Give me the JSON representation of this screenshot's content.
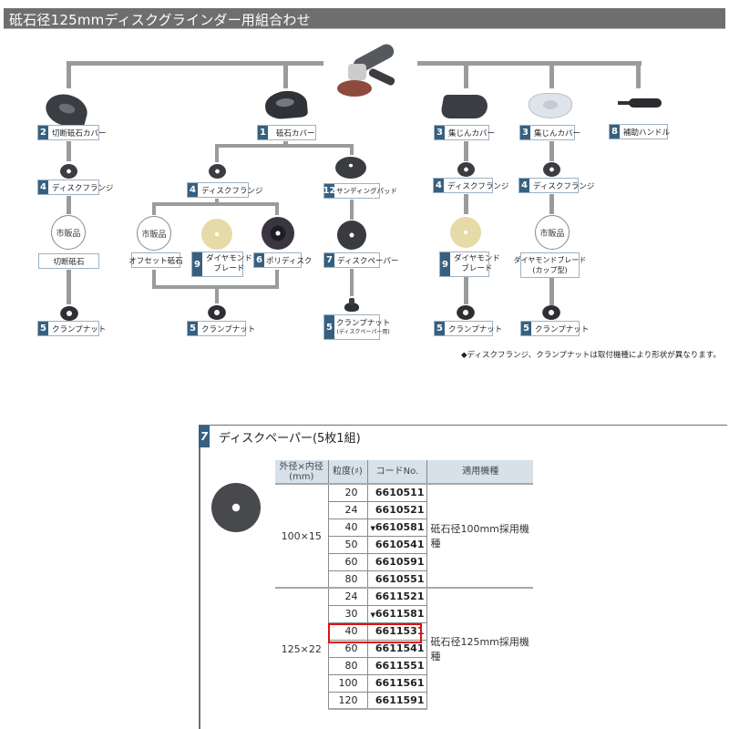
{
  "header": {
    "title": "砥石径125mmディスクグラインダー用組合わせ"
  },
  "diagram": {
    "colors": {
      "number_badge": "#37607f",
      "connector": "#9b9b9b",
      "title_bar": "#6e6e6e",
      "highlight": "#e01010",
      "table_header": "#d6e1ea"
    },
    "branch_cut": {
      "cover": {
        "num": "2",
        "label": "切断砥石カバー"
      },
      "flange": {
        "num": "4",
        "label": "ディスクフランジ"
      },
      "market": {
        "mark": "市販品",
        "label": "切断砥石"
      },
      "nut": {
        "num": "5",
        "label": "クランプナット"
      }
    },
    "branch_wheel": {
      "cover": {
        "num": "1",
        "label": "砥石カバー"
      },
      "flange": {
        "num": "4",
        "label": "ディスクフランジ"
      },
      "market": {
        "mark": "市販品",
        "label": "オフセット砥石"
      },
      "diamond": {
        "num": "9",
        "label_line1": "ダイヤモンド",
        "label_line2": "ブレード"
      },
      "polydisc": {
        "num": "6",
        "label": "ポリディスク"
      },
      "nut": {
        "num": "5",
        "label": "クランプナット"
      },
      "pad": {
        "num": "12",
        "label": "サンディングパッド"
      },
      "paper": {
        "num": "7",
        "label": "ディスクペーパー"
      },
      "paper_nut": {
        "num": "5",
        "label": "クランプナット",
        "sub": "(ディスクペーパー用)"
      }
    },
    "branch_dust1": {
      "cover": {
        "num": "3",
        "label": "集じんカバー"
      },
      "flange": {
        "num": "4",
        "label": "ディスクフランジ"
      },
      "diamond": {
        "num": "9",
        "label_line1": "ダイヤモンド",
        "label_line2": "ブレード"
      },
      "nut": {
        "num": "5",
        "label": "クランプナット"
      }
    },
    "branch_dust2": {
      "cover": {
        "num": "3",
        "label": "集じんカバー"
      },
      "flange": {
        "num": "4",
        "label": "ディスクフランジ"
      },
      "market": {
        "mark": "市販品",
        "label_line1": "ダイヤモンドブレード",
        "label_line2": "(カップ型)"
      },
      "nut": {
        "num": "5",
        "label": "クランプナット"
      }
    },
    "branch_handle": {
      "num": "8",
      "label": "補助ハンドル"
    },
    "note": "◆ディスクフランジ、クランプナットは取付機種により形状が異なります。"
  },
  "detail": {
    "num": "7",
    "title": "ディスクペーパー(5枚1組)",
    "columns": {
      "size_line1": "外径×内径",
      "size_line2": "(mm)",
      "grit": "粒度(♯)",
      "code": "コードNo.",
      "model": "適用機種"
    },
    "groups": [
      {
        "size": "100×15",
        "model": "砥石径100mm採用機種",
        "rows": [
          {
            "grit": "20",
            "code": "6610511",
            "mark": ""
          },
          {
            "grit": "24",
            "code": "6610521",
            "mark": ""
          },
          {
            "grit": "40",
            "code": "6610581",
            "mark": "▼"
          },
          {
            "grit": "50",
            "code": "6610541",
            "mark": ""
          },
          {
            "grit": "60",
            "code": "6610591",
            "mark": ""
          },
          {
            "grit": "80",
            "code": "6610551",
            "mark": ""
          }
        ]
      },
      {
        "size": "125×22",
        "model": "砥石径125mm採用機種",
        "rows": [
          {
            "grit": "24",
            "code": "6611521",
            "mark": ""
          },
          {
            "grit": "30",
            "code": "6611581",
            "mark": "▼"
          },
          {
            "grit": "40",
            "code": "6611531",
            "mark": "",
            "highlighted": true
          },
          {
            "grit": "60",
            "code": "6611541",
            "mark": ""
          },
          {
            "grit": "80",
            "code": "6611551",
            "mark": ""
          },
          {
            "grit": "100",
            "code": "6611561",
            "mark": ""
          },
          {
            "grit": "120",
            "code": "6611591",
            "mark": ""
          }
        ]
      }
    ]
  }
}
